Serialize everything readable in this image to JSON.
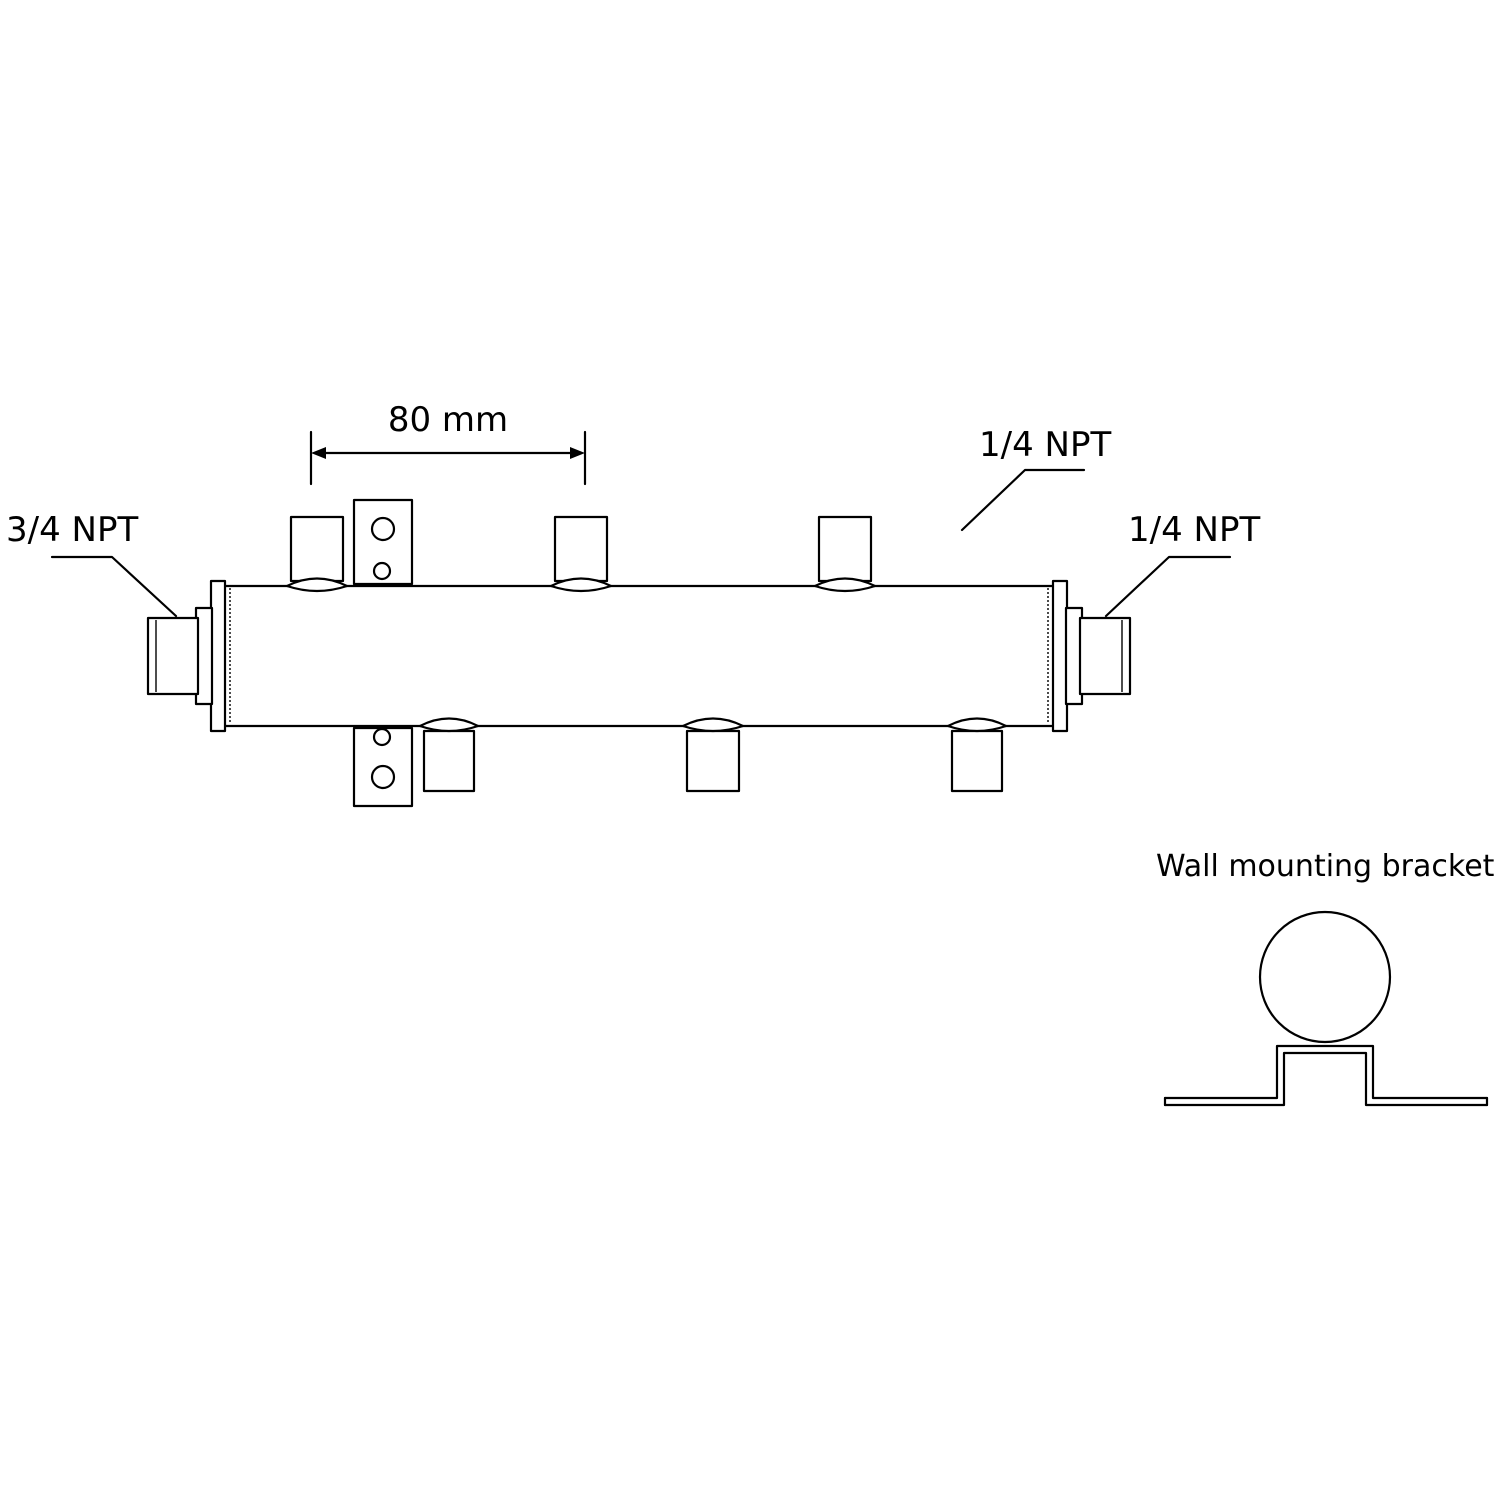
{
  "labels": {
    "spacing": "80 mm",
    "inlet_thread": "3/4 NPT",
    "outlet_thread": "1/4 NPT",
    "end_thread": "1/4 NPT",
    "bracket_title": "Wall mounting bracket"
  },
  "colors": {
    "stroke": "#000000",
    "background": "#ffffff"
  }
}
